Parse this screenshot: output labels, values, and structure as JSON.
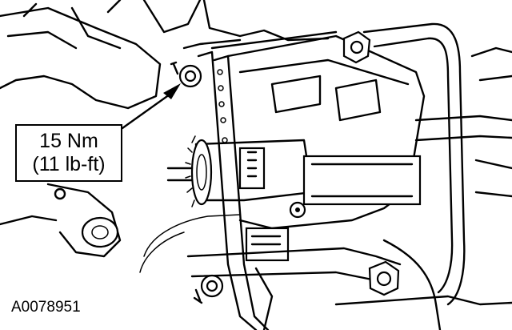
{
  "callout": {
    "torque_metric": "15 Nm",
    "torque_imperial": "(11 lb-ft)"
  },
  "figure_id": "A0078951"
}
